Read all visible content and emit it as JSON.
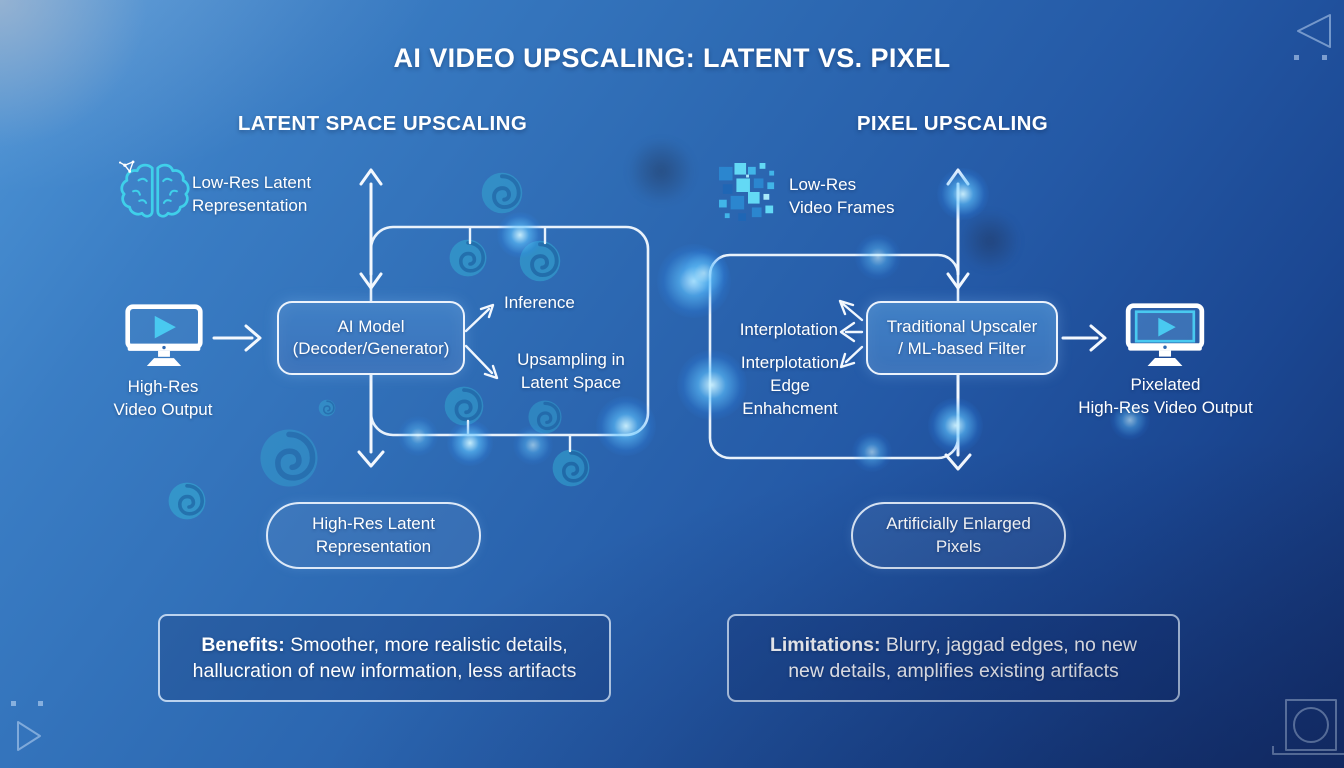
{
  "slide": {
    "title": "AI VIDEO UPSCALING: LATENT VS. PIXEL"
  },
  "latent_panel": {
    "header": "LATENT SPACE UPSCALING",
    "low_res_label": "Low-Res Latent\nRepresentation",
    "model_box_label": "AI Model\n(Decoder/Generator)",
    "inference_label": "Inference",
    "upsampling_label": "Upsampling in\nLatent Space",
    "output_device_label": "High-Res\nVideo Output",
    "result_label": "High-Res Latent\nRepresentation",
    "note_lead": "Benefits:",
    "note_body": " Smoother, more realistic details,\nhallucration of new information, less artifacts"
  },
  "pixel_panel": {
    "header": "PIXEL UPSCALING",
    "low_res_label": "Low-Res\nVideo Frames",
    "model_box_label": "Traditional Upscaler\n/ ML-based Filter",
    "interpolation_label": "Interplotation",
    "interpolation_edge_label": "Interplotation\nEdge\nEnhahcment",
    "output_device_label": "Pixelated\nHigh-Res Video Output",
    "result_label": "Artificially Enlarged\nPixels",
    "note_lead": "Limitations:",
    "note_body": " Blurry, jaggad edges, no new\nnew details, amplifies existing artifacts"
  },
  "icons": {
    "brain_ai_icon": "outlined brain with AI sparkle",
    "pixel_mosaic_icon": "cluster of pixel squares",
    "monitor_play_icon": "monitor with play button",
    "monitor_play_pixelated_icon": "monitor with inner pixel frame and play button",
    "swirl_icon": "teal vortex swirl",
    "prev_slide_icon": "left triangle outline",
    "next_slide_icon": "right triangle outline",
    "record_frame_icon": "circle inside square outline"
  },
  "colors": {
    "background_top_left": "#4e95d6",
    "background_bottom_right": "#14306e",
    "accent_cyan": "#49c9f0",
    "swirl_teal": "#35b9da",
    "line_white": "#f3f8fe"
  }
}
